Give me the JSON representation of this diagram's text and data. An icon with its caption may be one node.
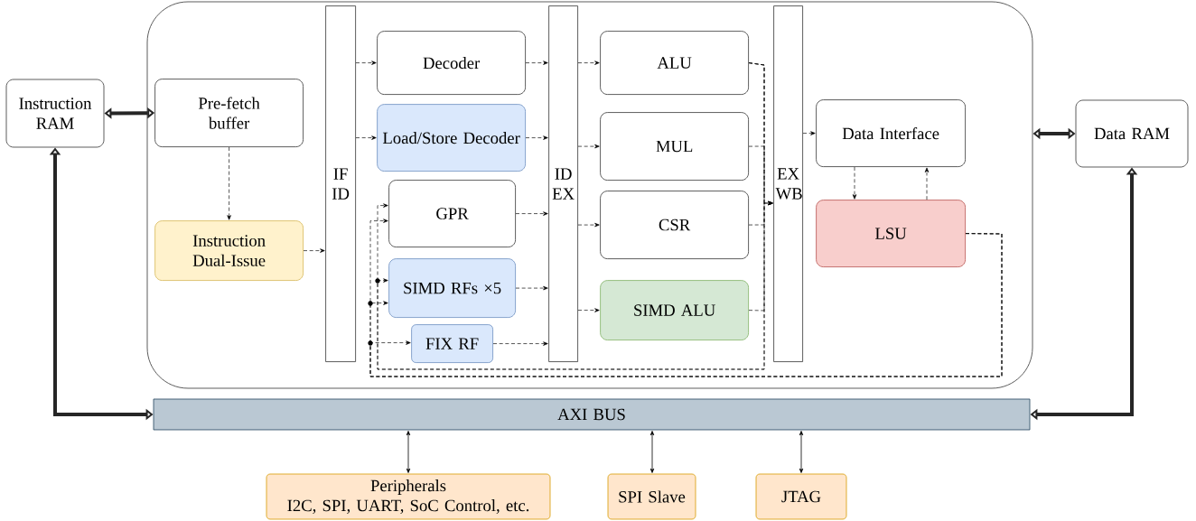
{
  "diagram": {
    "nodes": [
      {
        "text": [],
        "shape": "box"
      },
      {
        "text": [
          "Instruction RAM"
        ]
      },
      {
        "text": [
          "Pre-fetch buffer"
        ],
        "in": 0
      },
      {
        "text": [
          "Instruction Dual-Issue"
        ],
        "in": 0
      },
      {
        "text": [
          "IF ID"
        ],
        "in": 0
      },
      {
        "text": [
          "Decoder"
        ],
        "in": 0
      },
      {
        "text": [
          "Load/Store Decoder"
        ],
        "in": 0
      },
      {
        "text": [
          "GPR"
        ],
        "in": 0
      },
      {
        "text": [
          "SIMD RFs ×5"
        ],
        "in": 0
      },
      {
        "text": [
          "FIX RF"
        ],
        "in": 0
      },
      {
        "text": [
          "ID EX"
        ],
        "in": 0
      },
      {
        "text": [
          "ALU"
        ],
        "in": 0
      },
      {
        "text": [
          "MUL"
        ],
        "in": 0
      },
      {
        "text": [
          "CSR"
        ],
        "in": 0
      },
      {
        "text": [
          "SIMD ALU"
        ],
        "in": 0
      },
      {
        "text": [
          "EX WB"
        ],
        "in": 0
      },
      {
        "text": [
          "Data Interface"
        ],
        "in": 0
      },
      {
        "text": [
          "LSU"
        ],
        "in": 0
      },
      {
        "text": [
          "Data RAM"
        ]
      },
      {
        "text": [
          "AXI BUS"
        ]
      },
      {
        "text": [
          "Peripherals",
          "I2C, SPI, UART, SoC Control, etc."
        ]
      },
      {
        "text": [
          "SPI Slave"
        ]
      },
      {
        "text": [
          "JTAG"
        ]
      }
    ],
    "edges": [
      {
        "from": 1,
        "to": 2,
        "arrow": "both",
        "style": "thick"
      },
      {
        "from": 1,
        "to": 19,
        "arrow": "both",
        "style": "thick"
      },
      {
        "from": 0,
        "to": 18,
        "arrow": "both",
        "style": "thick"
      },
      {
        "from": 18,
        "to": 19,
        "arrow": "both",
        "style": "thick"
      },
      {
        "from": 2,
        "to": 3,
        "arrow": "to",
        "style": "dashed"
      },
      {
        "from": 3,
        "to": 4,
        "arrow": "to",
        "style": "dashed"
      },
      {
        "from": 4,
        "to": 5,
        "arrow": "to",
        "style": "dashed"
      },
      {
        "from": 4,
        "to": 6,
        "arrow": "to",
        "style": "dashed"
      },
      {
        "from": 5,
        "to": 10,
        "arrow": "to",
        "style": "dashed"
      },
      {
        "from": 6,
        "to": 10,
        "arrow": "to",
        "style": "dashed"
      },
      {
        "from": 7,
        "to": 10,
        "arrow": "to",
        "style": "dashed"
      },
      {
        "from": 8,
        "to": 10,
        "arrow": "to",
        "style": "dashed"
      },
      {
        "from": 9,
        "to": 10,
        "arrow": "to",
        "style": "dashed"
      },
      {
        "from": 10,
        "to": 11,
        "arrow": "to",
        "style": "dashed"
      },
      {
        "from": 10,
        "to": 12,
        "arrow": "to",
        "style": "dashed"
      },
      {
        "from": 10,
        "to": 13,
        "arrow": "to",
        "style": "dashed"
      },
      {
        "from": 10,
        "to": 14,
        "arrow": "to",
        "style": "dashed"
      },
      {
        "from": 11,
        "to": 15,
        "arrow": "to",
        "style": "dashed"
      },
      {
        "from": 12,
        "to": 15,
        "arrow": "to",
        "style": "dashed"
      },
      {
        "from": 13,
        "to": 15,
        "arrow": "to",
        "style": "dashed"
      },
      {
        "from": 14,
        "to": 15,
        "arrow": "to",
        "style": "dashed"
      },
      {
        "from": 15,
        "to": 16,
        "arrow": "to",
        "style": "dashed"
      },
      {
        "from": 16,
        "to": 17,
        "arrow": "to",
        "style": "dashed"
      },
      {
        "from": 17,
        "to": 16,
        "arrow": "to",
        "style": "dashed"
      },
      {
        "from": 11,
        "to": 7,
        "arrow": "to",
        "style": "dashed"
      },
      {
        "from": 11,
        "to": 8,
        "arrow": "to",
        "style": "dashed"
      },
      {
        "from": 17,
        "to": 7,
        "arrow": "to",
        "style": "dashed"
      },
      {
        "from": 17,
        "to": 8,
        "arrow": "to",
        "style": "dashed"
      },
      {
        "from": 17,
        "to": 9,
        "arrow": "to",
        "style": "dashed"
      },
      {
        "from": 19,
        "to": 20,
        "arrow": "both"
      },
      {
        "from": 19,
        "to": 21,
        "arrow": "both"
      },
      {
        "from": 19,
        "to": 22,
        "arrow": "both"
      }
    ]
  }
}
